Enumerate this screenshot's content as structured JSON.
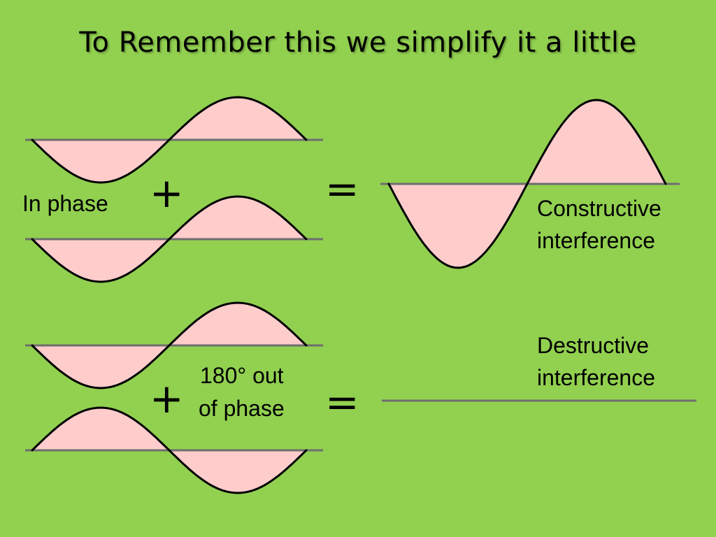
{
  "title": "To Remember this we simplify it a little",
  "in_phase": {
    "label": "In phase",
    "plus": "+",
    "equals": "=",
    "result_label_line1": "Constructive",
    "result_label_line2": "interference"
  },
  "out_of_phase": {
    "label_line1": "180° out",
    "label_line2": "of phase",
    "plus": "+",
    "equals": "=",
    "result_label_line1": "Destructive",
    "result_label_line2": "interference"
  },
  "colors": {
    "background": "#92d050",
    "wave_fill": "#ffcccc",
    "wave_stroke": "#000000",
    "axis": "#6e6e6e"
  }
}
